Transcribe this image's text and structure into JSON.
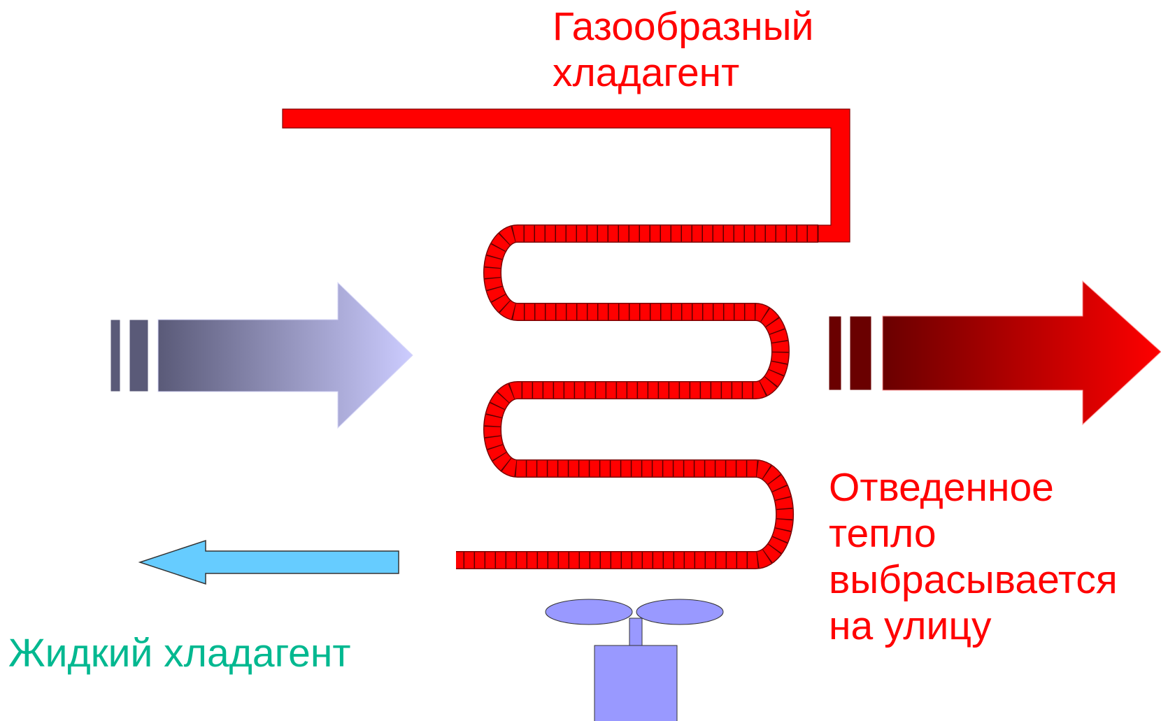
{
  "labels": {
    "gas_refrigerant": [
      "Газообразный",
      "хладагент"
    ],
    "heat_rejected": [
      "Отведенное",
      "тепло",
      "выбрасывается",
      "на улицу"
    ],
    "liquid_refrigerant": "Жидкий хладагент"
  },
  "colors": {
    "gas_label": "#ff0000",
    "heat_label": "#ff0000",
    "liquid_label": "#00b890",
    "pipe": "#ff0000",
    "inflow_arrow_start": "#5a5a78",
    "inflow_arrow_end": "#ccccff",
    "outflow_arrow_start": "#6a0000",
    "outflow_arrow_end": "#ff0000",
    "liquid_arrow": "#66ccff",
    "fan": "#9999ff"
  },
  "icons": {
    "fan": "fan-icon"
  }
}
